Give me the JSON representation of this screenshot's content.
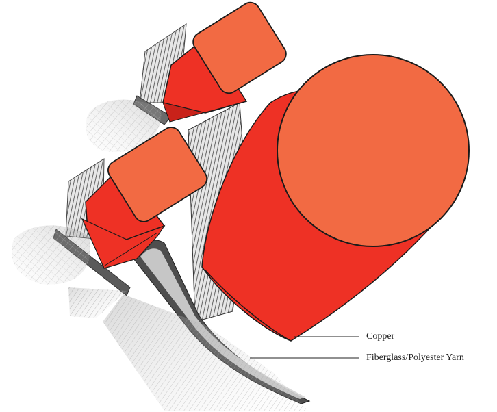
{
  "labels": {
    "copper": "Copper",
    "yarn": "Fiberglass/Polyester Yarn"
  },
  "colors": {
    "copper_face": "#f26a43",
    "copper_body": "#ee3125",
    "copper_shadow": "#c9221a",
    "outline": "#1a1a1a",
    "yarn_strip": "#5a5a5a",
    "yarn_light": "#d9d9d9",
    "leader_line": "#222222"
  },
  "icons": [
    "round-copper-conductor",
    "rectangular-copper-conductor",
    "yarn-insulation-wrap"
  ]
}
